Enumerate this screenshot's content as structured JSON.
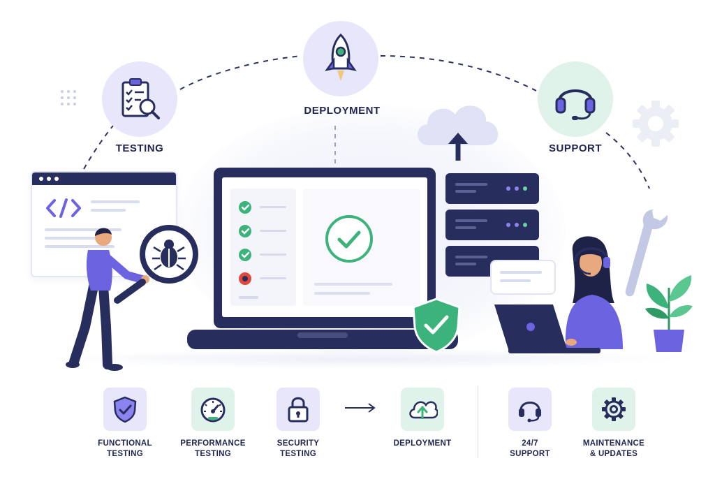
{
  "stages": {
    "testing": {
      "label": "TESTING",
      "icon": "clipboard-magnifier-icon"
    },
    "deployment": {
      "label": "DEPLOYMENT",
      "icon": "rocket-icon"
    },
    "support": {
      "label": "SUPPORT",
      "icon": "headset-icon"
    }
  },
  "services": [
    {
      "line1": "FUNCTIONAL",
      "line2": "TESTING",
      "icon": "shield-check-icon"
    },
    {
      "line1": "PERFORMANCE",
      "line2": "TESTING",
      "icon": "speedometer-icon"
    },
    {
      "line1": "SECURITY",
      "line2": "TESTING",
      "icon": "padlock-icon"
    },
    {
      "line1": "DEPLOYMENT",
      "line2": "",
      "icon": "cloud-upload-icon"
    },
    {
      "line1": "24/7",
      "line2": "SUPPORT",
      "icon": "headset-icon"
    },
    {
      "line1": "MAINTENANCE",
      "line2": "& UPDATES",
      "icon": "gear-icon"
    }
  ],
  "colors": {
    "navy": "#272d5c",
    "purple": "#6b63e0",
    "lavender_bg": "#e7e6fb",
    "mint_bg": "#dff3ea",
    "green": "#3cb37a",
    "bug_red": "#e0473d"
  }
}
